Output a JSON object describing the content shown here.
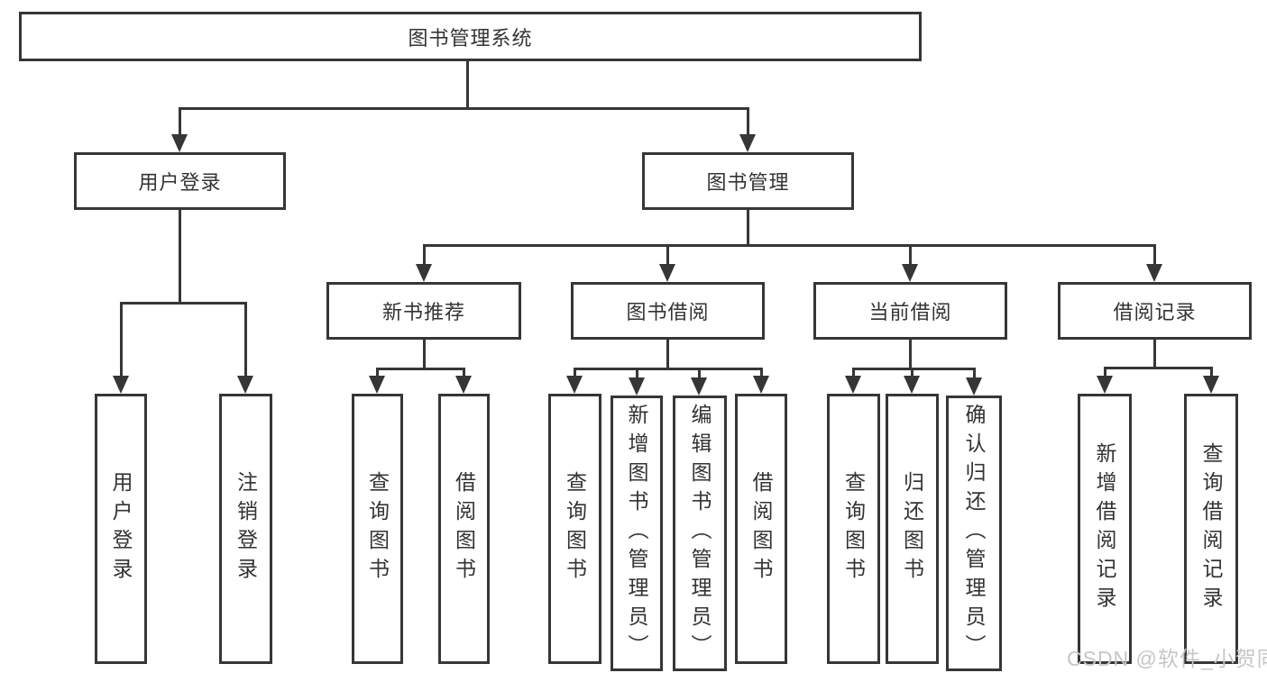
{
  "tree": {
    "root": {
      "label": "图书管理系统"
    },
    "branches": [
      {
        "label": "用户登录",
        "children": [
          {
            "label": "用户登录"
          },
          {
            "label": "注销登录"
          }
        ]
      },
      {
        "label": "图书管理",
        "children": [
          {
            "label": "新书推荐",
            "children": [
              {
                "label": "查询图书"
              },
              {
                "label": "借阅图书"
              }
            ]
          },
          {
            "label": "图书借阅",
            "children": [
              {
                "label": "查询图书"
              },
              {
                "label": "新增图书（管理员）"
              },
              {
                "label": "编辑图书（管理员）"
              },
              {
                "label": "借阅图书"
              }
            ]
          },
          {
            "label": "当前借阅",
            "children": [
              {
                "label": "查询图书"
              },
              {
                "label": "归还图书"
              },
              {
                "label": "确认归还（管理员）"
              }
            ]
          },
          {
            "label": "借阅记录",
            "children": [
              {
                "label": "新增借阅记录"
              },
              {
                "label": "查询借阅记录"
              }
            ]
          }
        ]
      }
    ]
  },
  "watermark": {
    "text": "CSDN @软件_小贺同学"
  },
  "colors": {
    "line": "#363636",
    "text": "#333333",
    "watermark": "#c6c6c6",
    "background": "#ffffff"
  }
}
